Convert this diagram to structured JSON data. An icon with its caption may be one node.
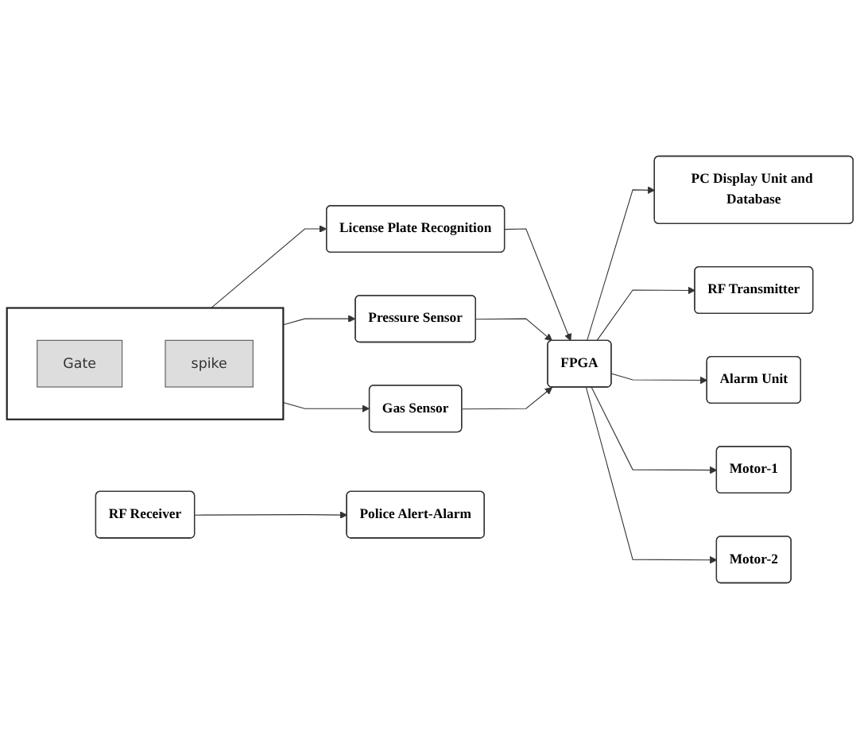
{
  "diagram": {
    "nodes": [
      {
        "text": [],
        "shape": "picture"
      },
      {
        "text": [
          "Gate"
        ],
        "in": 0
      },
      {
        "text": [
          "spike"
        ],
        "in": 0
      },
      {
        "text": [
          "License Plate Recognition"
        ]
      },
      {
        "text": [
          "Pressure Sensor"
        ]
      },
      {
        "text": [
          "Gas Sensor"
        ]
      },
      {
        "text": [
          "FPGA"
        ]
      },
      {
        "text": [
          "PC Display Unit and Database"
        ]
      },
      {
        "text": [
          "RF Transmitter"
        ]
      },
      {
        "text": [
          "Alarm Unit"
        ]
      },
      {
        "text": [
          "Motor-1"
        ]
      },
      {
        "text": [
          "Motor-2"
        ]
      },
      {
        "text": [
          "RF Receiver"
        ]
      },
      {
        "text": [
          "Police Alert-Alarm"
        ]
      }
    ],
    "edges": [
      {
        "from": 0,
        "to": 3,
        "arrow": "to"
      },
      {
        "from": 0,
        "to": 4,
        "arrow": "to"
      },
      {
        "from": 0,
        "to": 5,
        "arrow": "to"
      },
      {
        "from": 3,
        "to": 6,
        "arrow": "to"
      },
      {
        "from": 4,
        "to": 6,
        "arrow": "to"
      },
      {
        "from": 5,
        "to": 6,
        "arrow": "to"
      },
      {
        "from": 6,
        "to": 7,
        "arrow": "to"
      },
      {
        "from": 6,
        "to": 8,
        "arrow": "to"
      },
      {
        "from": 6,
        "to": 9,
        "arrow": "to"
      },
      {
        "from": 6,
        "to": 10,
        "arrow": "to"
      },
      {
        "from": 6,
        "to": 11,
        "arrow": "to"
      },
      {
        "from": 12,
        "to": 13,
        "arrow": "to"
      }
    ]
  }
}
